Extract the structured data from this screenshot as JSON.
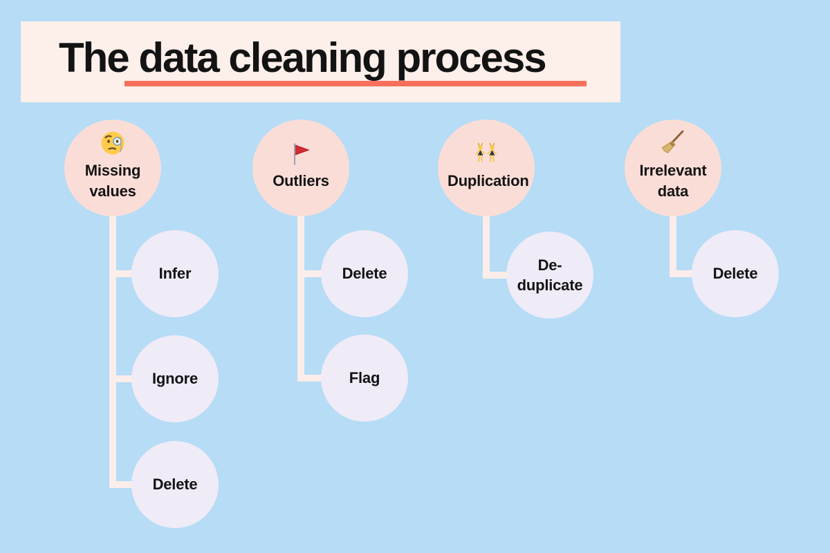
{
  "header": {
    "title": "The data cleaning process"
  },
  "groups": [
    {
      "label": "Missing values",
      "icon": "face-with-monocle",
      "children": [
        {
          "label": "Infer"
        },
        {
          "label": "Ignore"
        },
        {
          "label": "Delete"
        }
      ]
    },
    {
      "label": "Outliers",
      "icon": "triangular-red-flag",
      "children": [
        {
          "label": "Delete"
        },
        {
          "label": "Flag"
        }
      ]
    },
    {
      "label": "Duplication",
      "icon": "dancing-twins",
      "children": [
        {
          "label": "De-duplicate"
        }
      ]
    },
    {
      "label": "Irrelevant data",
      "icon": "broom",
      "children": [
        {
          "label": "Delete"
        }
      ]
    }
  ],
  "colors": {
    "background": "#B6DCF6",
    "header_bg": "#FDEFEA",
    "underline": "#F8705C",
    "category_circle": "#FBDDD7",
    "child_circle": "#EFEBF7",
    "connector": "#FBEDE9",
    "text": "#131313"
  }
}
